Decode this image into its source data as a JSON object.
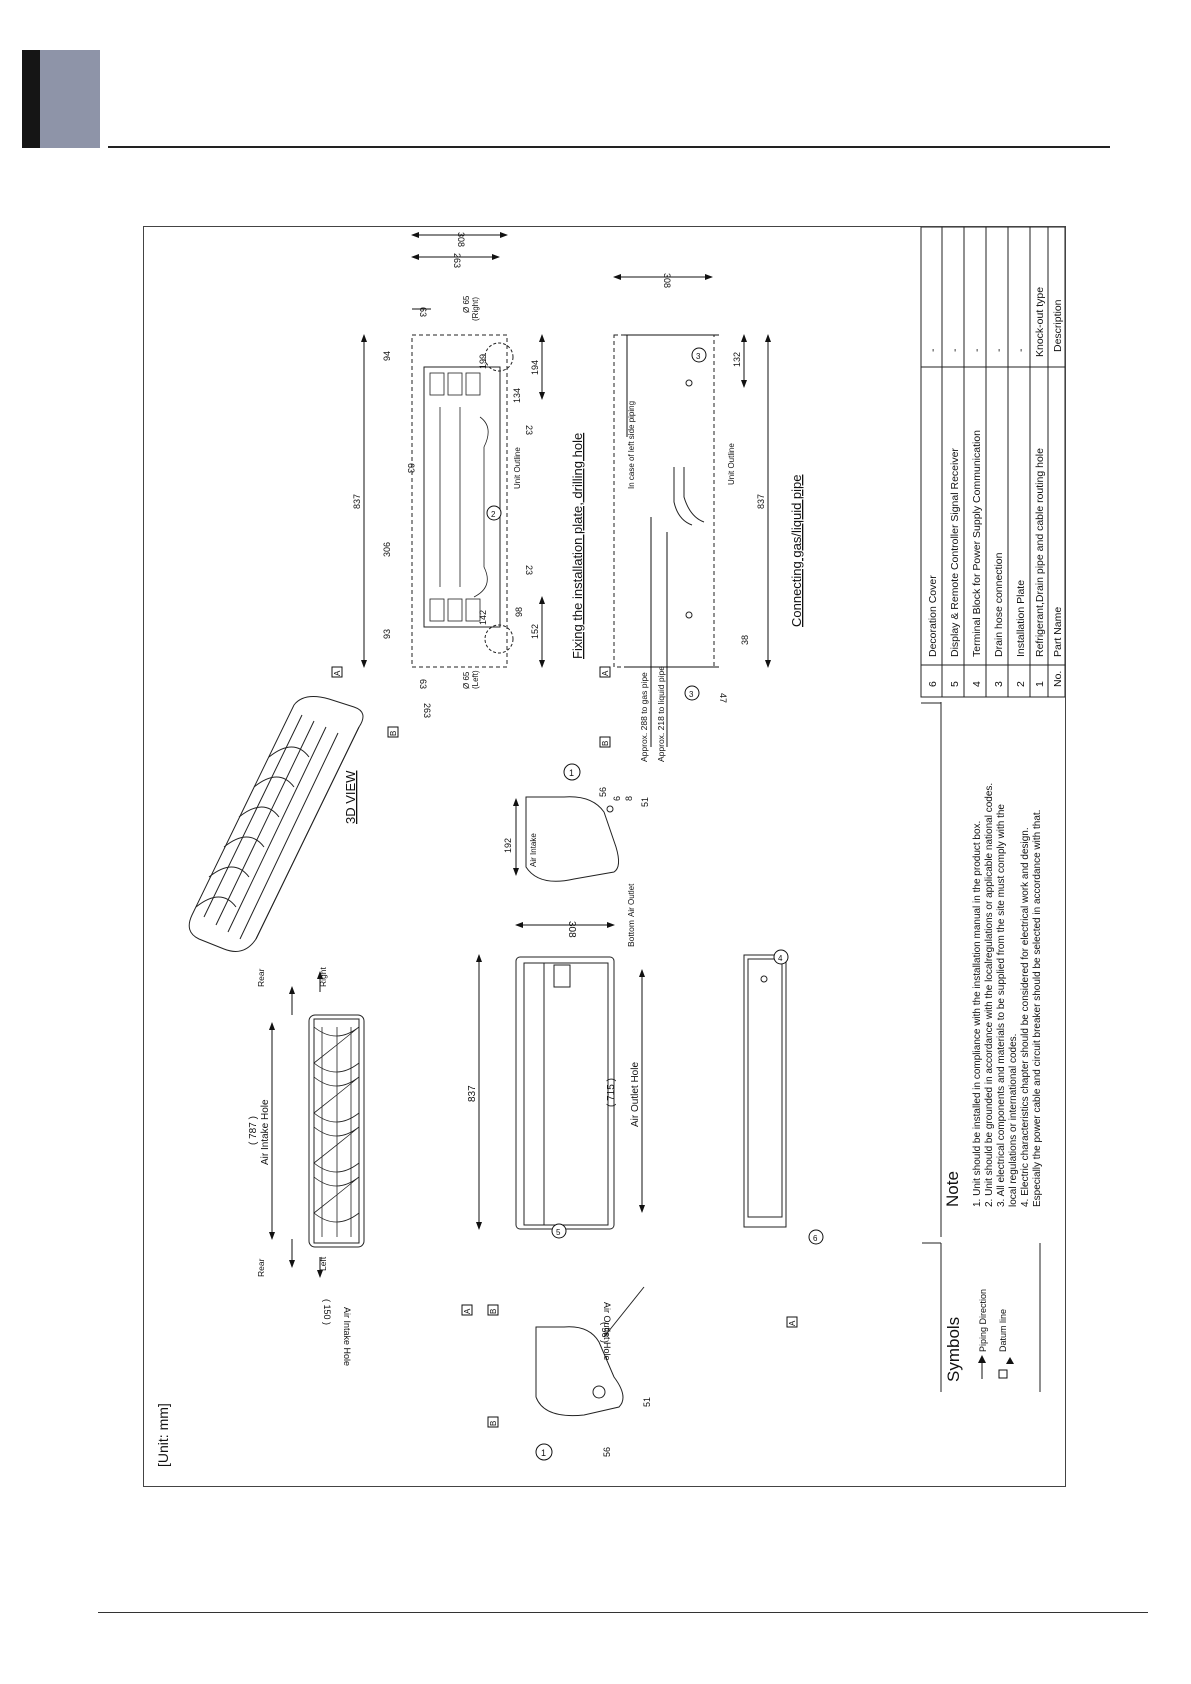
{
  "sheet": {
    "unit": "[Unit: mm]",
    "view_3d": "3D VIEW",
    "fixing_title": "Fixing the installation plate, drilling hole",
    "connecting_title": "Connecting gas/liquid pipe",
    "left_piping": "In case of left side piping",
    "unit_outline": "Unit Outline",
    "hole_left": "Ø 65",
    "hole_left_sub": "(Left)",
    "hole_right": "Ø 65",
    "hole_right_sub": "(Right)",
    "approx_gas": "Approx. 288  to gas pipe",
    "approx_liquid": "Approx.  218  to liquid pipe",
    "air_intake": "Air Intake",
    "air_outlet": "Air Outlet",
    "air_intake_hole": "Air Intake Hole",
    "air_outlet_hole": "Air Outlet Hole",
    "air_intake_hole_150": "Air Intake Hole",
    "dim_787": "( 787 )",
    "dim_715": "( 715 )",
    "dim_150": "( 150 )",
    "dim_56p": "( 56 )",
    "dir_rear": "Rear",
    "dir_right": "Right",
    "dir_left": "Left",
    "dir_bottom": "Bottom",
    "datum_a": "A",
    "datum_b": "B",
    "dims": {
      "d837": "837",
      "d308": "308",
      "d263": "263",
      "d63": "63",
      "d94": "94",
      "d199": "199",
      "d194": "194",
      "d134": "134",
      "d23": "23",
      "d306": "306",
      "d93": "93",
      "d142": "142",
      "d98": "98",
      "d152": "152",
      "d132": "132",
      "d38": "38",
      "d47": "47",
      "d192": "192",
      "d56": "56",
      "d6": "6",
      "d8": "8",
      "d51": "51"
    }
  },
  "symbols": {
    "title": "Symbols",
    "items": [
      "Piping Direction",
      "Datum line"
    ]
  },
  "note": {
    "title": "Note",
    "lines": [
      "1. Unit should be installed in compliance with the installation manual in the product box.",
      "2. Unit should be grounded in accordance with the localregulations or applicable national codes.",
      "3. All electrical components and materials to be supplied from the site must comply with the",
      "    local regulations or international codes.",
      "4. Electric characteristics chapter should be considered for electrical work and design.",
      "    Especially the power cable and circuit breaker should be selected in accordance with that."
    ]
  },
  "parts_table": {
    "header": {
      "no": "No.",
      "name": "Part Name",
      "desc": "Description"
    },
    "rows": [
      {
        "no": "6",
        "name": "Decoration Cover",
        "desc": "-"
      },
      {
        "no": "5",
        "name": "Display & Remote Controller Signal Receiver",
        "desc": "-"
      },
      {
        "no": "4",
        "name": "Terminal Block for Power Supply Communication",
        "desc": "-"
      },
      {
        "no": "3",
        "name": "Drain hose connection",
        "desc": "-"
      },
      {
        "no": "2",
        "name": "Installation Plate",
        "desc": "-"
      },
      {
        "no": "1",
        "name": "Refrigerant,Drain pipe and cable routing hole",
        "desc": "Knock-out type"
      }
    ]
  }
}
